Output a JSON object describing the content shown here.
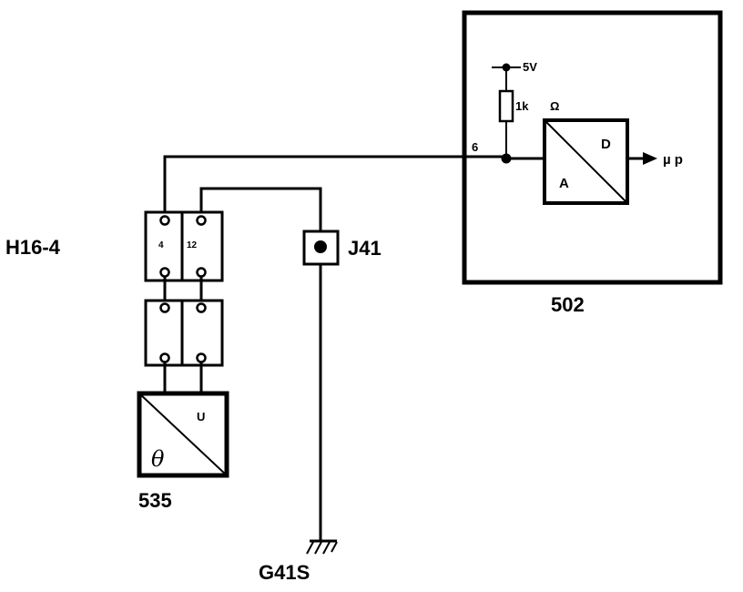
{
  "diagram": {
    "ecu": {
      "id": "502",
      "supply_label": "5V",
      "resistor_label": "1k",
      "ohm_label": "Ω",
      "pin_label": "6",
      "converter": {
        "top_label": "D",
        "bottom_label": "A"
      },
      "output_label": "µ p"
    },
    "connector": {
      "id": "H16-4",
      "pins": [
        "4",
        "12"
      ]
    },
    "junction": {
      "id": "J41"
    },
    "ground": {
      "id": "G41S"
    },
    "sensor": {
      "id": "535",
      "top_label": "U",
      "bottom_label": "θ"
    }
  }
}
